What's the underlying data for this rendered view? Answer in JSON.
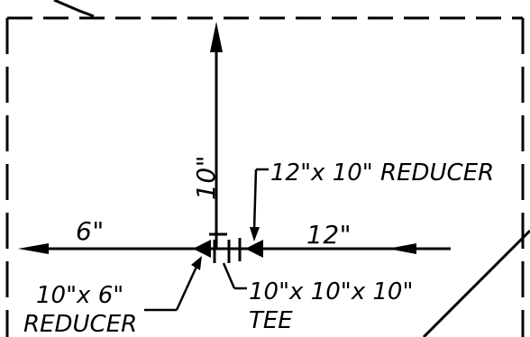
{
  "labels": {
    "dim_vertical": "10\"",
    "dim_left": "6\"",
    "dim_right": "12\"",
    "reducer_top": "12\"x 10\" REDUCER",
    "reducer_left_line1": "10\"x 6\"",
    "reducer_left_line2": "REDUCER",
    "tee_line1": "10\"x 10\"x 10\"",
    "tee_line2": "TEE"
  },
  "colors": {
    "ink": "#000000",
    "paper": "#ffffff"
  }
}
